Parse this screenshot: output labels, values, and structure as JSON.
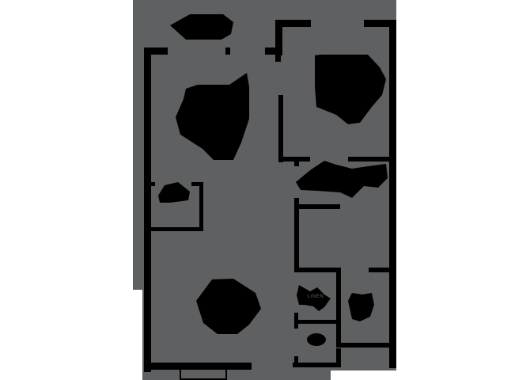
{
  "colors": {
    "background": "#ffffff",
    "floor": "#5f6062",
    "wall": "#000000",
    "label_redaction": "#000000"
  },
  "floor_plan": {
    "rooms": [
      {
        "id": "patio",
        "label_redacted": true
      },
      {
        "id": "living-room",
        "label_redacted": true
      },
      {
        "id": "bedroom",
        "label_redacted": true
      },
      {
        "id": "walk-in-closet",
        "label_redacted": true
      },
      {
        "id": "storage",
        "label_redacted": true
      },
      {
        "id": "dining-kitchen",
        "label_redacted": true
      },
      {
        "id": "linen",
        "label_redacted": true
      },
      {
        "id": "bath",
        "label_redacted": true
      },
      {
        "id": "closet",
        "label_redacted": true
      }
    ],
    "small_label": "LINEN"
  }
}
